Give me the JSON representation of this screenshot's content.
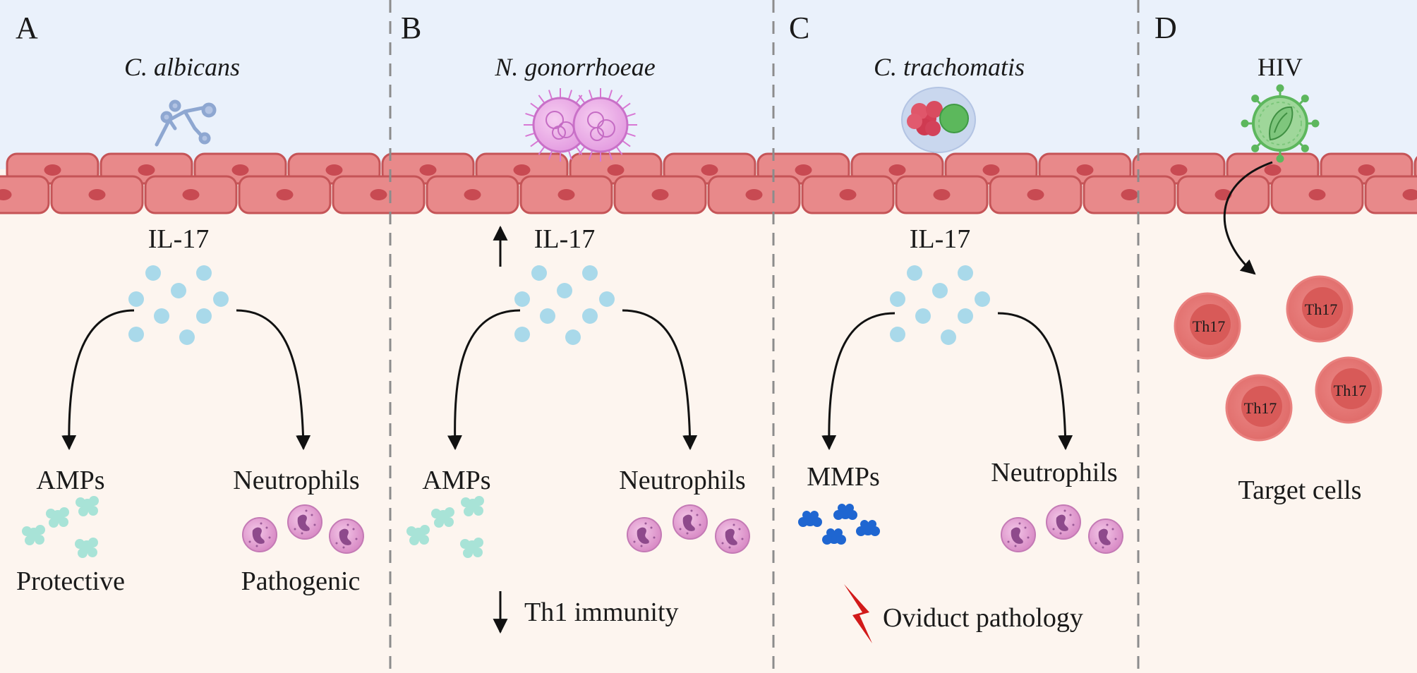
{
  "colors": {
    "lumen": "#eaf1fb",
    "tissue": "#fdf5ef",
    "epithelium": "#e8898a",
    "epithelium_edge": "#c55457",
    "nucleus": "#c84a52",
    "il17_dot": "#a9d9ea",
    "amp": "#a8e3d7",
    "mmp": "#1f66d1",
    "neutrophil": "#e8a6d6",
    "th17": "#e36f6c",
    "lightning": "#d21a1a",
    "divider": "#888888"
  },
  "panels": [
    {
      "letter": "A",
      "organism": "C. albicans",
      "organism_icon": "candida-hyphae-icon",
      "cytokine": "IL-17",
      "left_label": "AMPs",
      "right_label": "Neutrophils",
      "left_outcome": "Protective",
      "right_outcome": "Pathogenic"
    },
    {
      "letter": "B",
      "organism": "N. gonorrhoeae",
      "organism_icon": "diplococcus-icon",
      "cytokine": "IL-17",
      "cytokine_trend": "up-arrow-icon",
      "left_label": "AMPs",
      "right_label": "Neutrophils",
      "effect": "Th1 immunity",
      "effect_trend": "down-arrow-icon"
    },
    {
      "letter": "C",
      "organism": "C. trachomatis",
      "organism_icon": "chlamydia-inclusion-icon",
      "cytokine": "IL-17",
      "left_label": "MMPs",
      "right_label": "Neutrophils",
      "effect": "Oviduct pathology",
      "effect_icon": "lightning-icon"
    },
    {
      "letter": "D",
      "organism": "HIV",
      "organism_icon": "hiv-virion-icon",
      "cells": [
        "Th17",
        "Th17",
        "Th17",
        "Th17"
      ],
      "cells_label": "Target cells"
    }
  ]
}
